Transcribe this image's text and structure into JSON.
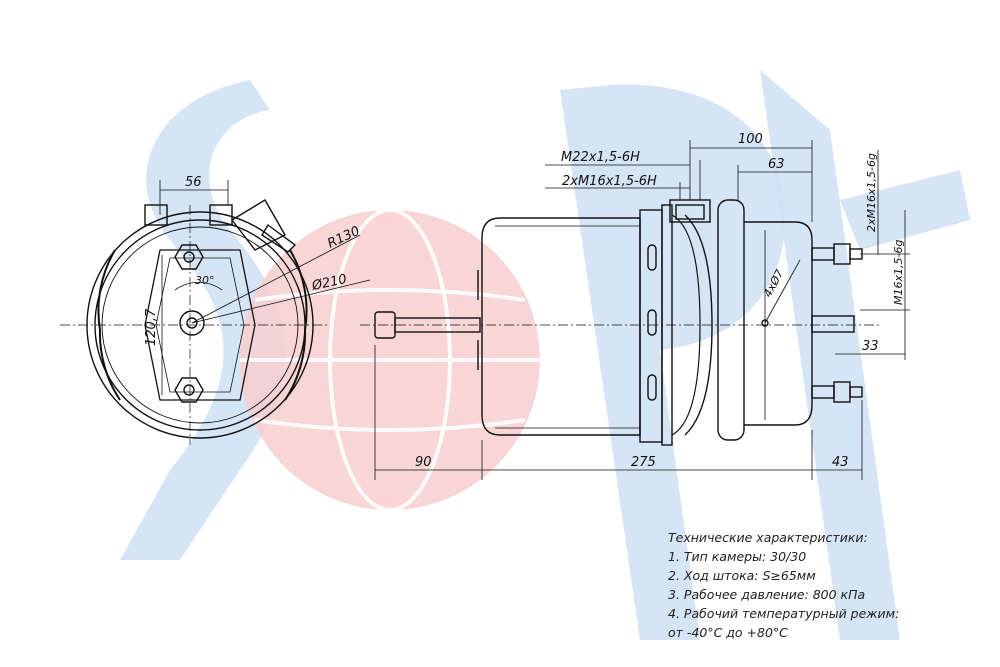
{
  "watermark": {
    "text": "SORL",
    "color_blue": "#cfe1f5",
    "color_red": "#f7cfcf"
  },
  "front_view": {
    "dim_top": "56",
    "dim_angle": "30°",
    "dim_vertical": "120,7",
    "dim_radius": "R130",
    "dim_diameter": "Ø210"
  },
  "side_view": {
    "port_m22": "M22x1,5-6H",
    "port_2xm16": "2xM16x1,5-6H",
    "dim_100": "100",
    "dim_63": "63",
    "thread_right_top": "2xM16x1,5-6g",
    "thread_right_bottom": "M16x1,5-6g",
    "holes": "4xØ7",
    "dim_33": "33",
    "dim_90": "90",
    "dim_275": "275",
    "dim_43": "43"
  },
  "specs": {
    "title": "Технические характеристики:",
    "line1": "1. Тип камеры: 30/30",
    "line2": "2. Ход штока: S≥65мм",
    "line3": "3. Рабочее давление: 800 кПа",
    "line4": "4. Рабочий температурный режим:",
    "line5": "от -40°С до +80°С"
  }
}
